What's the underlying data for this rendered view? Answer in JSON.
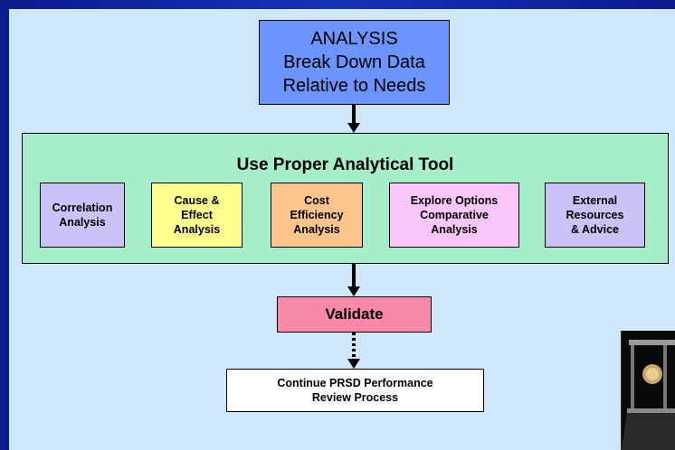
{
  "analysis_box": {
    "line1": "ANALYSIS",
    "line2": "Break Down Data",
    "line3": "Relative to Needs",
    "color": "#6c94ff"
  },
  "tool_panel": {
    "title": "Use Proper Analytical Tool",
    "color": "#a6eec9",
    "tools": [
      {
        "lines": [
          "Correlation",
          "Analysis"
        ],
        "color": "#c9c3f7"
      },
      {
        "lines": [
          "Cause &",
          "Effect",
          "Analysis"
        ],
        "color": "#ffff90"
      },
      {
        "lines": [
          "Cost",
          "Efficiency",
          "Analysis"
        ],
        "color": "#fbc48c"
      },
      {
        "lines": [
          "Explore Options",
          "Comparative",
          "Analysis"
        ],
        "color": "#fac7f8"
      },
      {
        "lines": [
          "External",
          "Resources",
          "& Advice"
        ],
        "color": "#c9c3f7"
      }
    ]
  },
  "validate_box": {
    "label": "Validate",
    "color": "#f88aa8"
  },
  "continue_box": {
    "line1": "Continue PRSD Performance",
    "line2": "Review Process"
  },
  "colors": {
    "background": "#1633b8",
    "slide": "#cfe7fb"
  }
}
